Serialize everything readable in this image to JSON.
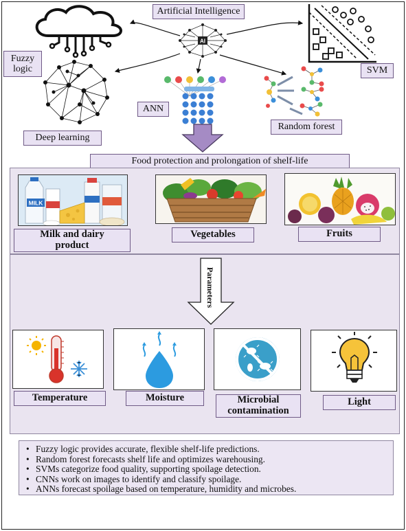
{
  "top": {
    "ai_label": "Artificial Intelligence",
    "fuzzy_label": "Fuzzy logic",
    "svm_label": "SVM",
    "ann_label": "ANN",
    "deep_label": "Deep learning",
    "rf_label": "Random forest",
    "ai_chip_text": "AI"
  },
  "banner": "Food protection and prolongation of shelf-life",
  "foods": [
    {
      "label": "Milk and dairy product",
      "icon": "dairy-products-photo",
      "milk_text": "MILK"
    },
    {
      "label": "Vegetables",
      "icon": "vegetable-basket-photo"
    },
    {
      "label": "Fruits",
      "icon": "fruit-assortment-photo"
    }
  ],
  "parameters_label": "Parameters",
  "params": [
    {
      "label": "Temperature",
      "icon": "thermometer-sun-snow-icon"
    },
    {
      "label": "Moisture",
      "icon": "water-drop-icon"
    },
    {
      "label": "Microbial contamination",
      "icon": "no-microbes-icon"
    },
    {
      "label": "Light",
      "icon": "light-bulb-icon"
    }
  ],
  "bullets": [
    "Fuzzy logic provides accurate, flexible shelf-life predictions.",
    "Random forest forecasts shelf life and optimizes warehousing.",
    "SVMs categorize food quality, supporting spoilage detection.",
    "CNNs work on images to identify and classify spoilage.",
    "ANNs forecast spoilage based on temperature, humidity and microbes."
  ],
  "colors": {
    "label_fill": "#e9e2f3",
    "label_border": "#6f5a86",
    "arrow_fill": "#a58bc4",
    "panel_fill": "#eae4f0"
  }
}
